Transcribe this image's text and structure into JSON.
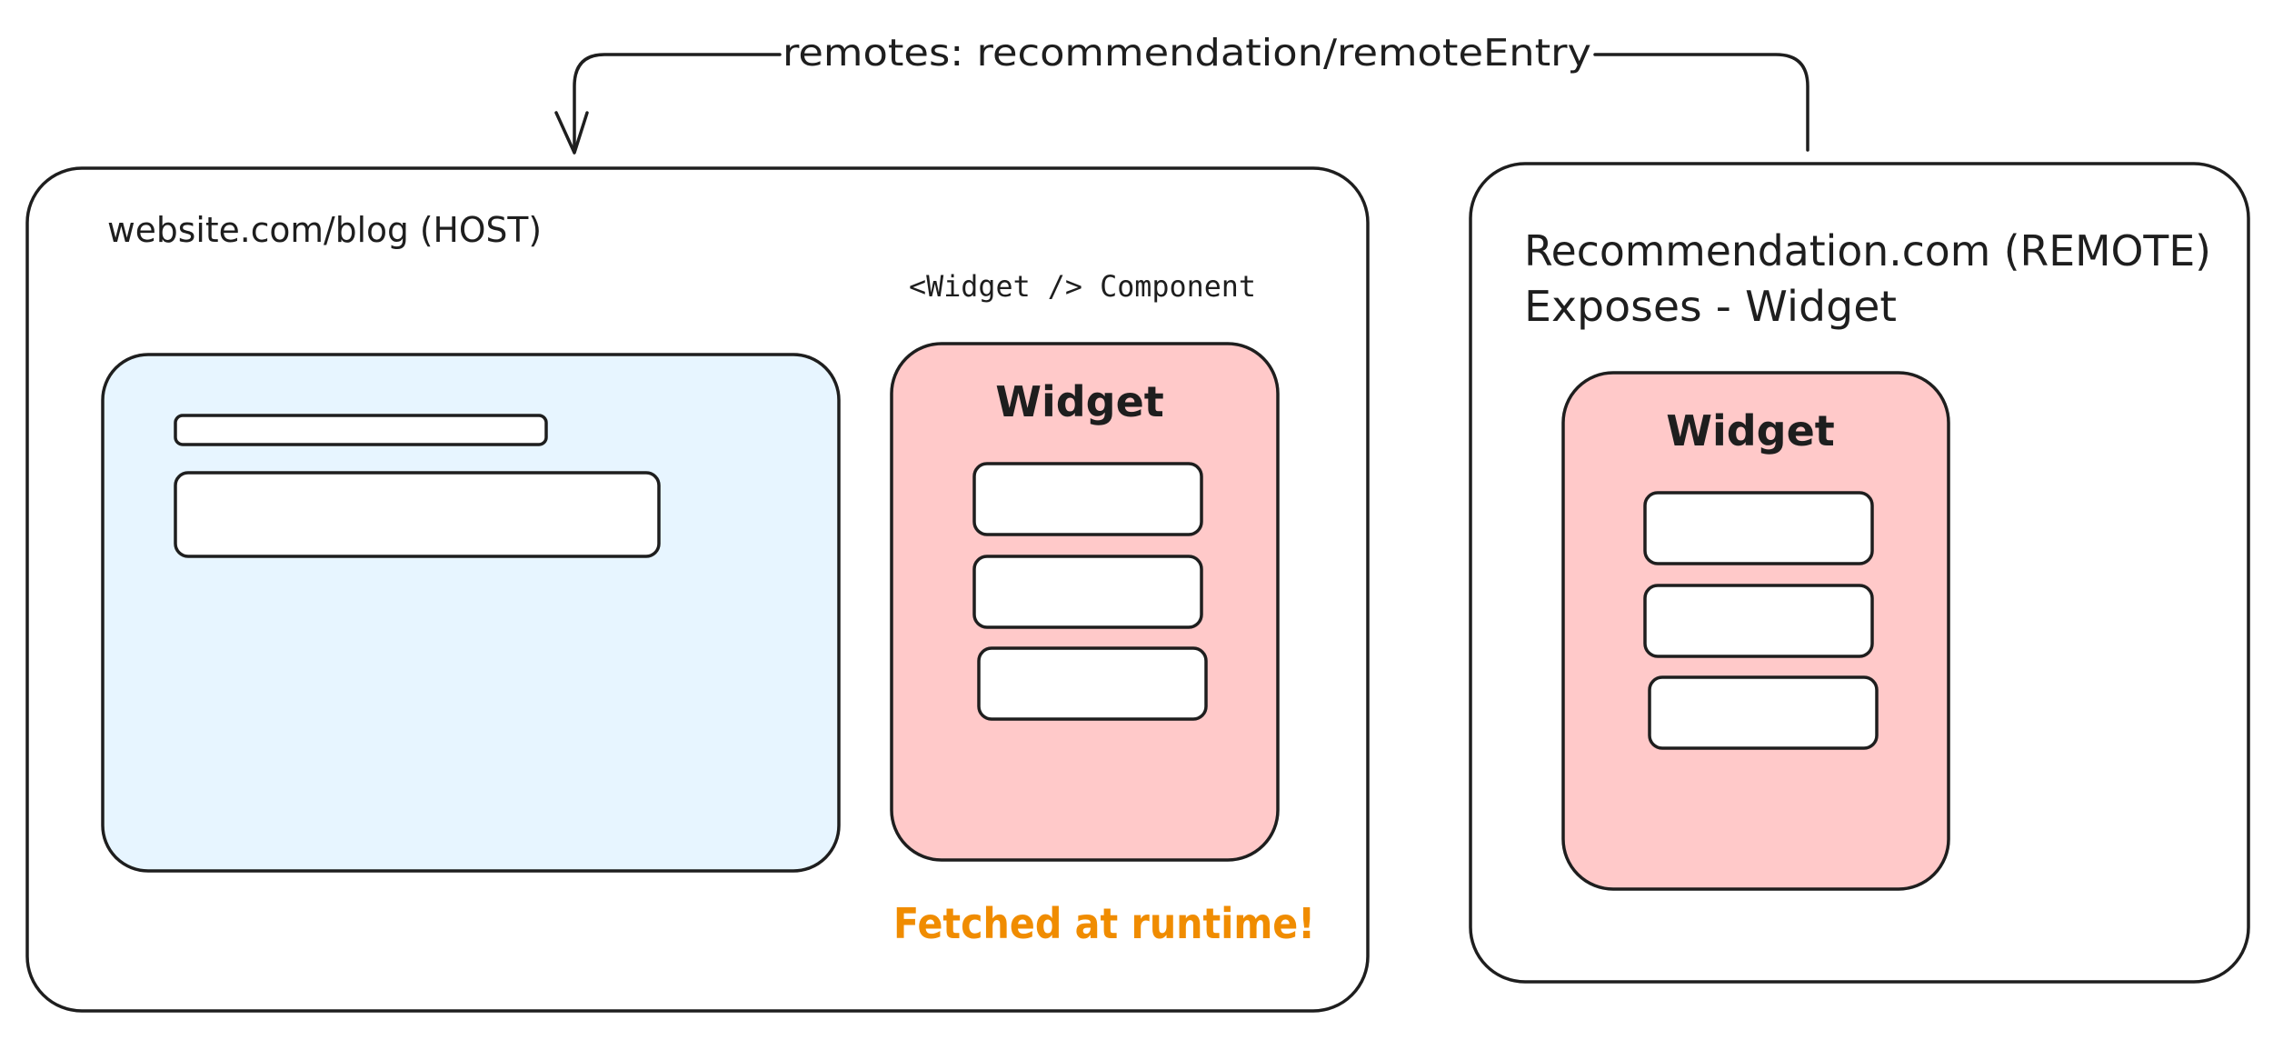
{
  "connector": {
    "label": "remotes: recommendation/remoteEntry"
  },
  "host": {
    "title": "website.com/blog (HOST)",
    "page_color": "#e7f5ff",
    "component_caption": "<Widget /> Component",
    "widget": {
      "title": "Widget",
      "color": "#ffc9c9",
      "item_count": 3
    },
    "fetch_note": "Fetched at runtime!",
    "fetch_note_color": "#f08c00"
  },
  "remote": {
    "title_line1": "Recommendation.com (REMOTE)",
    "title_line2": "Exposes - Widget",
    "widget": {
      "title": "Widget",
      "color": "#ffc9c9",
      "item_count": 3
    }
  },
  "colors": {
    "stroke": "#1e1e1e",
    "background": "#ffffff"
  }
}
